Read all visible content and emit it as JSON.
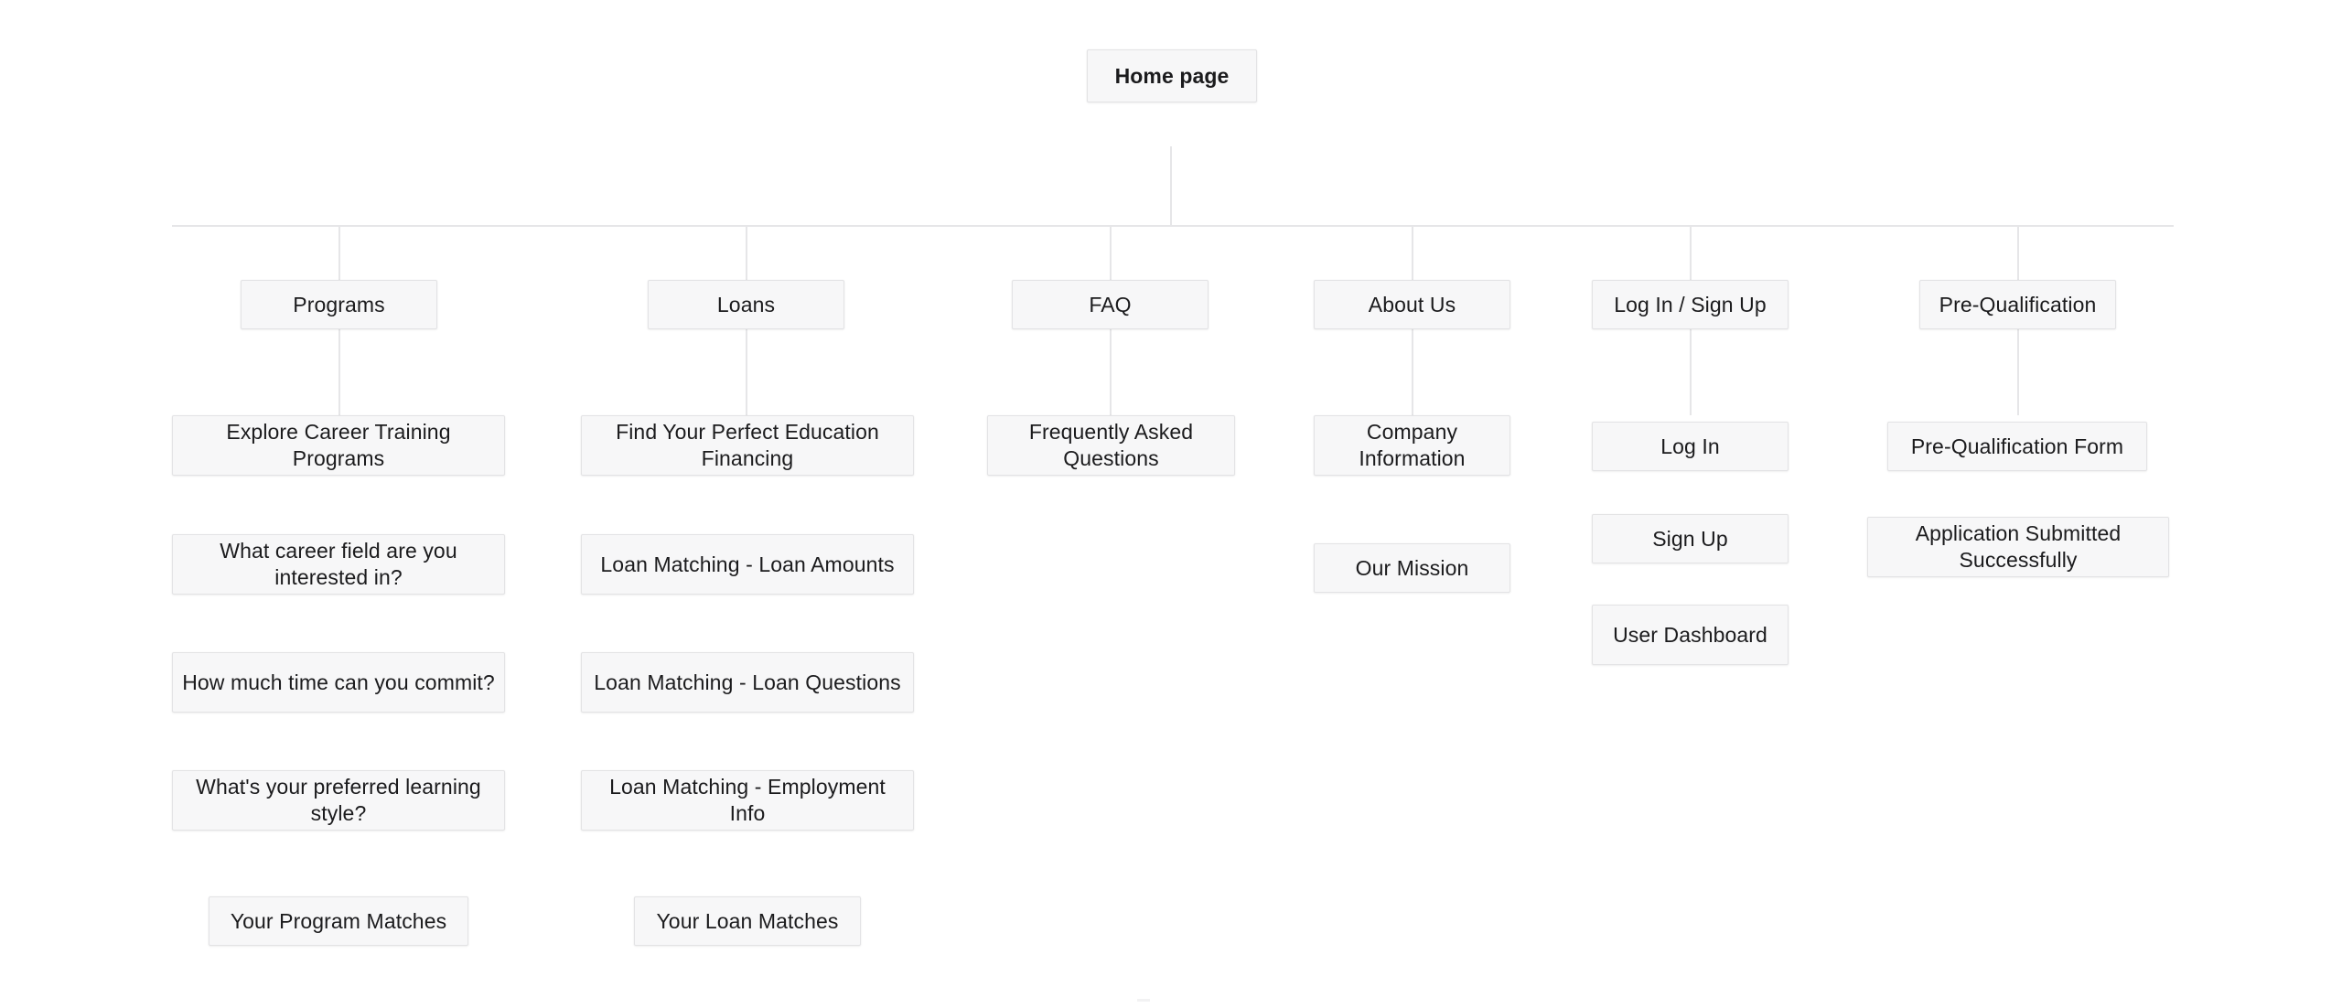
{
  "diagram": {
    "title": "Home page",
    "type": "sitemap-tree",
    "colors": {
      "node_fill": "#f7f7f8",
      "node_border": "#e3e3e5",
      "connector": "#e6e6e8",
      "text": "#1b1b1d",
      "background": "#ffffff"
    },
    "root": {
      "label": "Home page"
    },
    "sections": [
      {
        "id": "programs",
        "label": "Programs",
        "children": [
          {
            "label": "Explore Career Training Programs"
          },
          {
            "label": "What career field are you interested in?"
          },
          {
            "label": "How much time can you commit?"
          },
          {
            "label": "What's your preferred learning style?"
          },
          {
            "label": "Your Program Matches"
          }
        ]
      },
      {
        "id": "loans",
        "label": "Loans",
        "children": [
          {
            "label": "Find Your Perfect Education Financing"
          },
          {
            "label": "Loan Matching - Loan Amounts"
          },
          {
            "label": "Loan Matching - Loan Questions"
          },
          {
            "label": "Loan Matching - Employment Info"
          },
          {
            "label": "Your Loan Matches"
          }
        ]
      },
      {
        "id": "faq",
        "label": "FAQ",
        "children": [
          {
            "label": "Frequently Asked Questions"
          }
        ]
      },
      {
        "id": "about-us",
        "label": "About Us",
        "children": [
          {
            "label": "Company Information"
          },
          {
            "label": "Our Mission"
          }
        ]
      },
      {
        "id": "log-in-sign-up",
        "label": "Log In / Sign Up",
        "children": [
          {
            "label": "Log In"
          },
          {
            "label": "Sign Up"
          },
          {
            "label": "User Dashboard"
          }
        ]
      },
      {
        "id": "pre-qualification",
        "label": "Pre-Qualification",
        "children": [
          {
            "label": "Pre-Qualification Form"
          },
          {
            "label": "Application Submitted Successfully"
          }
        ]
      }
    ]
  }
}
